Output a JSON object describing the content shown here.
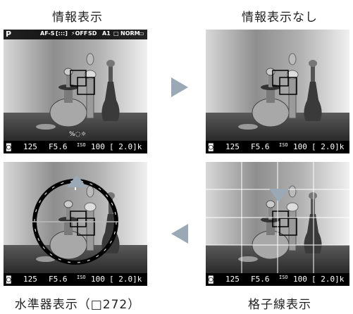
{
  "captions": {
    "info_display": "情報表示",
    "no_info_display": "情報表示なし",
    "level_display": "水準器表示（□272）",
    "grid_display": "格子線表示"
  },
  "top_bar": {
    "mode": "P",
    "af_mode": "AF-S",
    "area": "[:::]",
    "flash": "⚡OFF",
    "card": "SD",
    "adl": "A1",
    "release": "□",
    "quality": "NORM",
    "extra": "▭"
  },
  "bottom_bar": {
    "meter_icon": "◙",
    "shutter": "125",
    "aperture": "F5.6",
    "iso_label": "ISO",
    "iso": "100",
    "exposures": "[ 2.0]k"
  },
  "wb_icons": "%◌☼",
  "colors": {
    "arrow": "#9aa9b5",
    "grid": "#ffffff"
  }
}
